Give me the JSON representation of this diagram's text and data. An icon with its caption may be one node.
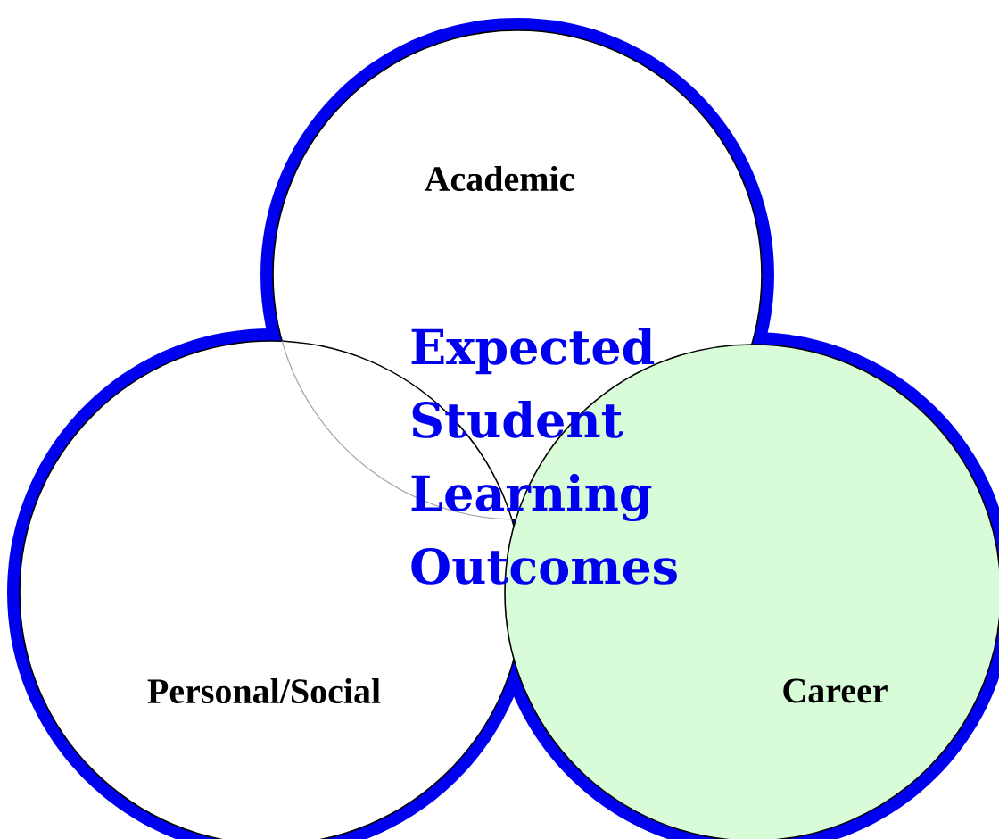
{
  "diagram": {
    "title": "Expected Student Learning Outcomes",
    "nodes": [
      {
        "text": [
          "Academic"
        ]
      },
      {
        "text": [
          "Personal/Social"
        ]
      },
      {
        "text": [
          "Career"
        ]
      }
    ]
  }
}
